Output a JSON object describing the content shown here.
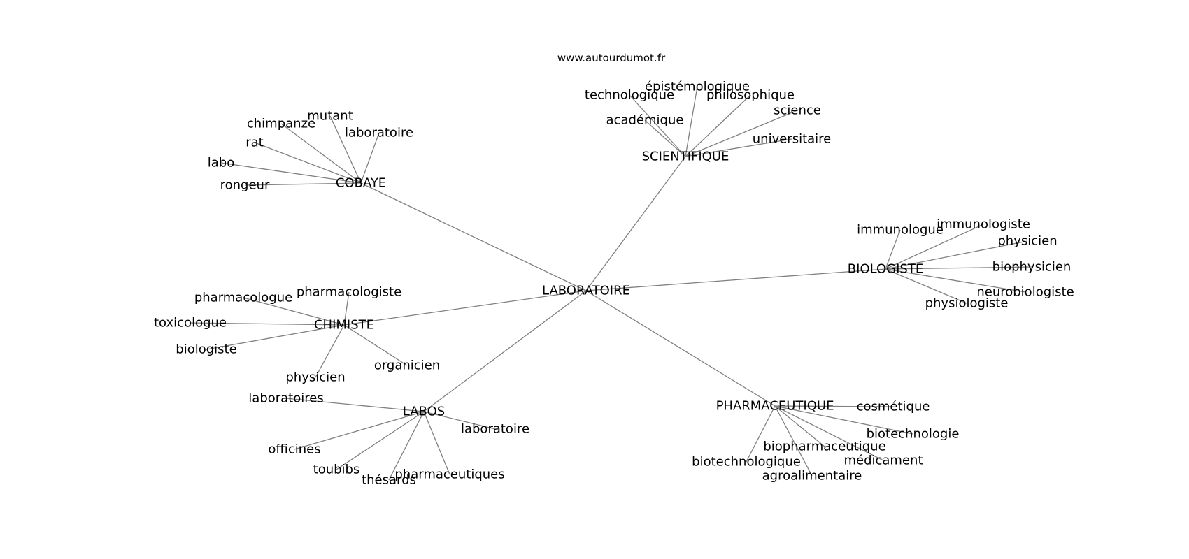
{
  "source": "www.autourdumot.fr",
  "colors": {
    "edge": "#808080",
    "text": "#000000",
    "background": "#ffffff"
  },
  "center": "LABORATOIRE",
  "hubs": [
    {
      "id": "cobaye",
      "label": "COBAYE",
      "leaves": [
        "chimpanze",
        "mutant",
        "laboratoire",
        "rat",
        "labo",
        "rongeur"
      ]
    },
    {
      "id": "scientifique",
      "label": "SCIENTIFIQUE",
      "leaves": [
        "technologique",
        "épistémologique",
        "philosophique",
        "académique",
        "science",
        "universitaire"
      ]
    },
    {
      "id": "biologiste",
      "label": "BIOLOGISTE",
      "leaves": [
        "immunologue",
        "immunologiste",
        "physicien",
        "biophysicien",
        "neurobiologiste",
        "physiologiste"
      ]
    },
    {
      "id": "chimiste",
      "label": "CHIMISTE",
      "leaves": [
        "pharmacologue",
        "pharmacologiste",
        "toxicologue",
        "biologiste",
        "physicien",
        "organicien"
      ]
    },
    {
      "id": "labos",
      "label": "LABOS",
      "leaves": [
        "laboratoires",
        "laboratoire",
        "officines",
        "toubibs",
        "thésards",
        "pharmaceutiques"
      ]
    },
    {
      "id": "pharmaceutique",
      "label": "PHARMACEUTIQUE",
      "leaves": [
        "cosmétique",
        "biotechnologie",
        "biopharmaceutique",
        "médicament",
        "biotechnologique",
        "agroalimentaire"
      ]
    }
  ]
}
